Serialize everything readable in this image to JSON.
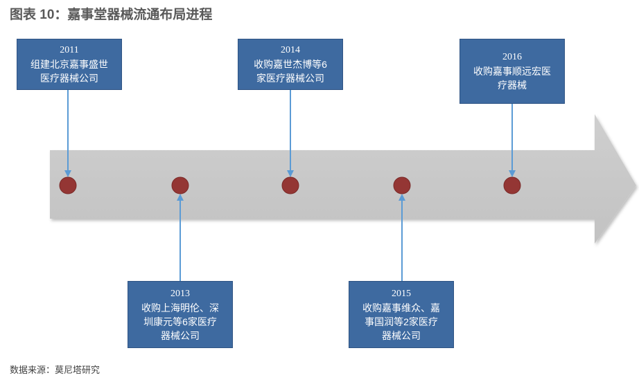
{
  "title": "图表 10：嘉事堂器械流通布局进程",
  "source": "数据来源：莫尼塔研究",
  "colors": {
    "box_fill": "#3e6aa0",
    "arrow_fill": "#c8c8c8",
    "dot_fill": "#943634",
    "connector": "#5b9bd5"
  },
  "milestones": [
    {
      "year": "2011",
      "lines": [
        "组建北京嘉事盛世",
        "医疗器械公司"
      ],
      "position": "above"
    },
    {
      "year": "2013",
      "lines": [
        "收购上海明伦、深",
        "圳康元等6家医疗",
        "器械公司"
      ],
      "position": "below"
    },
    {
      "year": "2014",
      "lines": [
        "收购嘉世杰博等6",
        "家医疗器械公司"
      ],
      "position": "above"
    },
    {
      "year": "2015",
      "lines": [
        "收购嘉事维众、嘉",
        "事国润等2家医疗",
        "器械公司"
      ],
      "position": "below"
    },
    {
      "year": "2016",
      "lines": [
        "收购嘉事顺远宏医",
        "疗器械"
      ],
      "position": "above"
    }
  ]
}
